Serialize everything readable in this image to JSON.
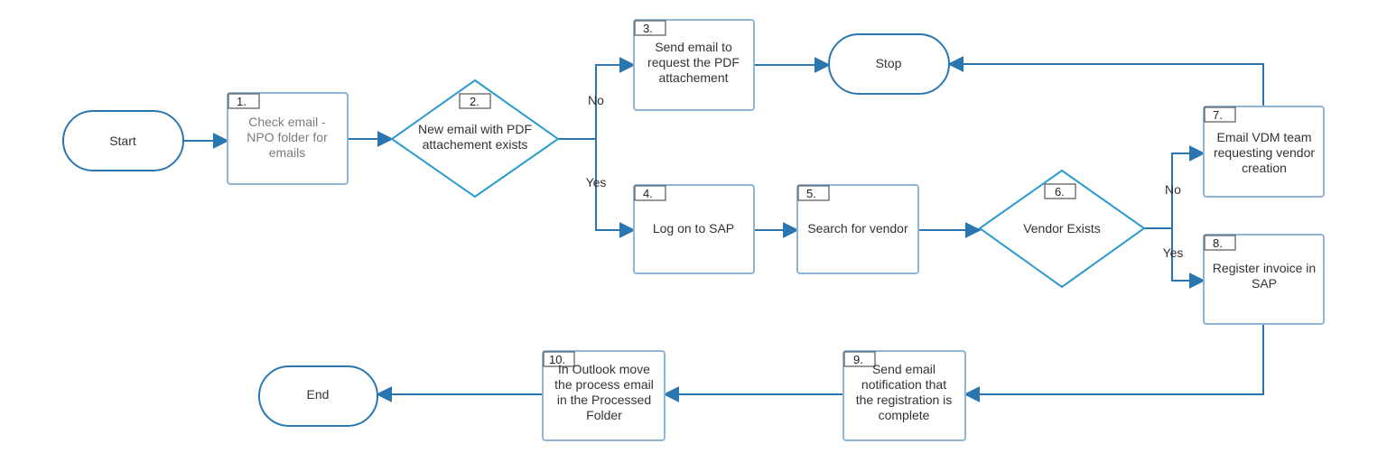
{
  "diagram": {
    "start": "Start",
    "stop": "Stop",
    "end": "End",
    "steps": {
      "s1": {
        "num": "1.",
        "lines": [
          "Check email -",
          "NPO folder for",
          "emails"
        ]
      },
      "s2": {
        "num": "2.",
        "lines": [
          "New email with PDF",
          "attachement exists"
        ]
      },
      "s3": {
        "num": "3.",
        "lines": [
          "Send email to",
          "request the PDF",
          "attachement"
        ]
      },
      "s4": {
        "num": "4.",
        "lines": [
          "Log on to SAP"
        ]
      },
      "s5": {
        "num": "5.",
        "lines": [
          "Search for vendor"
        ]
      },
      "s6": {
        "num": "6.",
        "lines": [
          "Vendor Exists"
        ]
      },
      "s7": {
        "num": "7.",
        "lines": [
          "Email VDM team",
          "requesting vendor",
          "creation"
        ]
      },
      "s8": {
        "num": "8.",
        "lines": [
          "Register invoice in",
          "SAP"
        ]
      },
      "s9": {
        "num": "9.",
        "lines": [
          "Send email",
          "notification that",
          "the registration is",
          "complete"
        ]
      },
      "s10": {
        "num": "10.",
        "lines": [
          "In Outlook move",
          "the process email",
          "in the Processed",
          "Folder"
        ]
      }
    },
    "edge_labels": {
      "no1": "No",
      "yes1": "Yes",
      "no2": "No",
      "yes2": "Yes"
    }
  }
}
